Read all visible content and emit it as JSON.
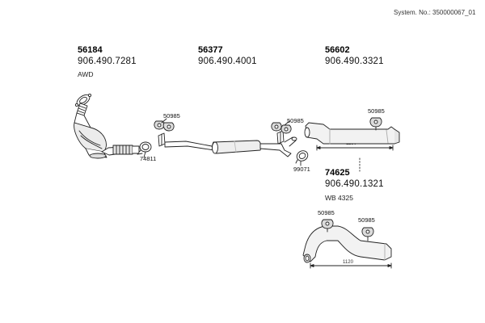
{
  "header": {
    "system_no": "System. No.: 350000067_01"
  },
  "groups": [
    {
      "part": "56184",
      "oem": "906.490.7281",
      "note": "AWD"
    },
    {
      "part": "56377",
      "oem": "906.490.4001"
    },
    {
      "part": "56602",
      "oem": "906.490.3321"
    },
    {
      "part": "74625",
      "oem": "906.490.1321",
      "note": "WB 4325"
    }
  ],
  "callouts": {
    "hanger_front": "50985",
    "clamp_front": "74811",
    "hanger_mid": "50985",
    "clamp_mid": "99071",
    "hanger_rear_upper": "50985",
    "hanger_rear_lower_left": "50985",
    "hanger_rear_lower_right": "50985"
  },
  "dimensions": {
    "upper_length": "1130",
    "lower_length": "1120"
  },
  "colors": {
    "line": "#222222",
    "fill": "#ffffff",
    "shade": "#cfcfcf"
  }
}
